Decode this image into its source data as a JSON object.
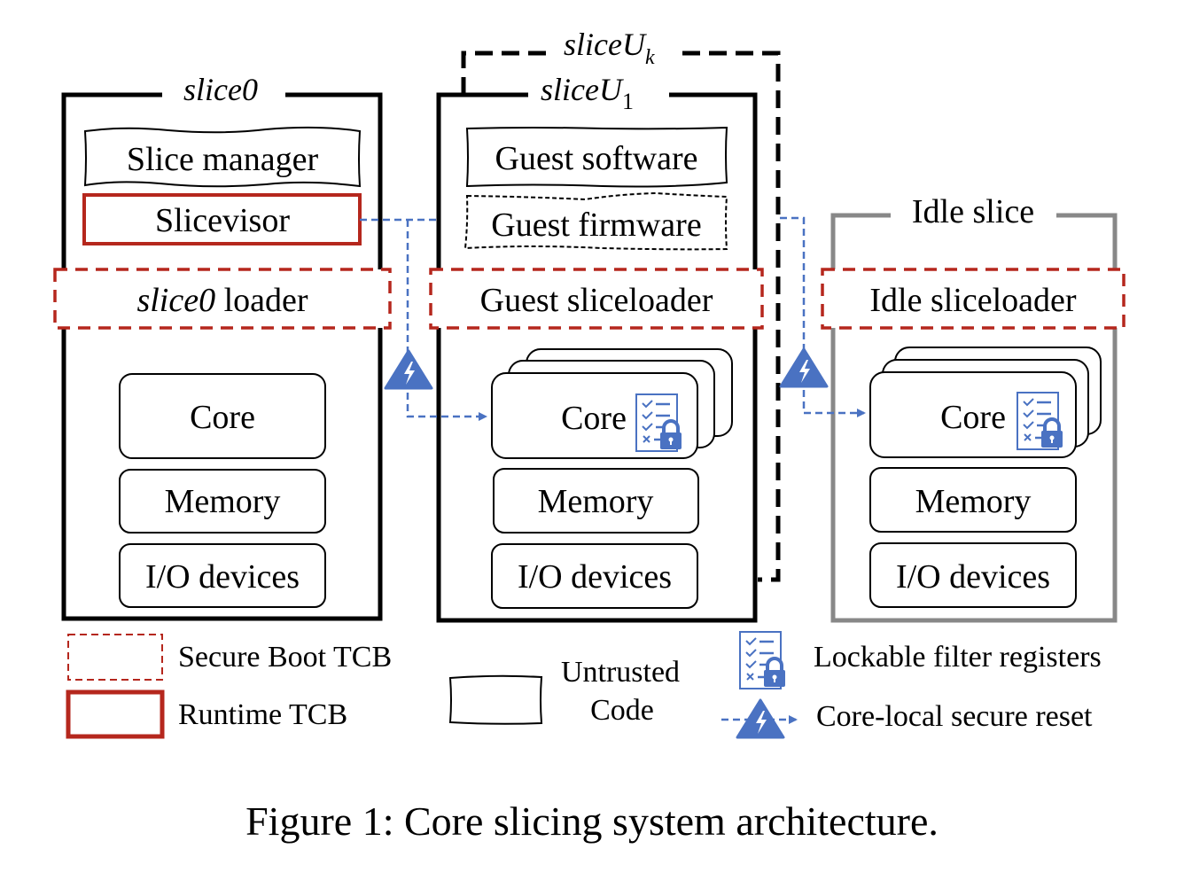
{
  "colors": {
    "red": "#b5271d",
    "blue": "#4a72c2",
    "gray": "#888888",
    "black": "#000000"
  },
  "slice0": {
    "title": "slice0",
    "slice_manager": "Slice manager",
    "slicevisor": "Slicevisor",
    "loader_italic": "slice0",
    "loader_rest": " loader",
    "core": "Core",
    "memory": "Memory",
    "io": "I/O devices"
  },
  "sliceU": {
    "title_k_base": "sliceU",
    "title_k_sub": "k",
    "title_1_base": "sliceU",
    "title_1_sub": "1",
    "guest_software": "Guest software",
    "guest_firmware": "Guest firmware",
    "loader": "Guest sliceloader",
    "core": "Core",
    "memory": "Memory",
    "io": "I/O devices"
  },
  "idle": {
    "title": "Idle slice",
    "loader": "Idle sliceloader",
    "core": "Core",
    "memory": "Memory",
    "io": "I/O devices"
  },
  "legend": {
    "secure_boot": "Secure Boot TCB",
    "runtime": "Runtime TCB",
    "untrusted_1": "Untrusted",
    "untrusted_2": "Code",
    "lockable": "Lockable filter registers",
    "reset": "Core-local secure reset"
  },
  "caption": "Figure 1: Core slicing system architecture."
}
